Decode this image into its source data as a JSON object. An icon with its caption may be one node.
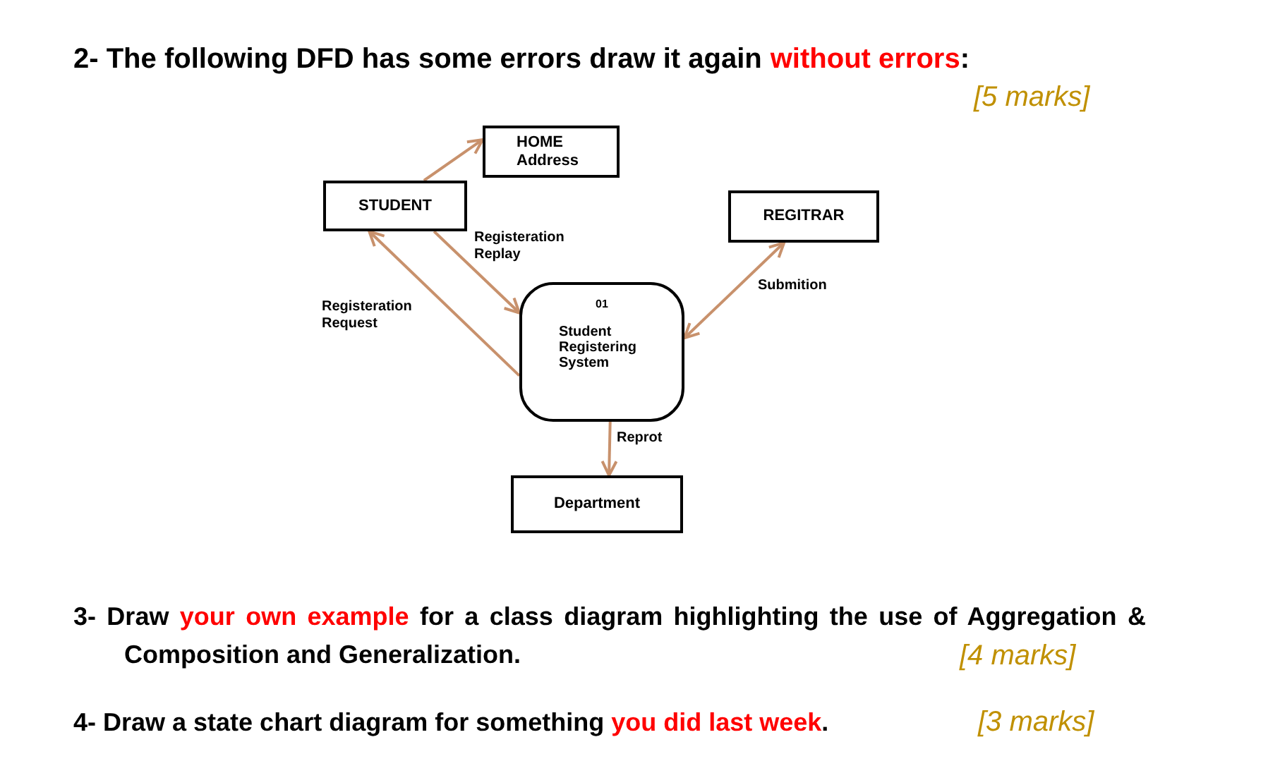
{
  "diagram": {
    "nodes": [
      {
        "text": [
          "STUDENT"
        ]
      },
      {
        "text": [
          "HOME Address"
        ]
      },
      {
        "text": [
          "REGITRAR"
        ]
      },
      {
        "text": [
          "01",
          "Student Registering System"
        ]
      },
      {
        "text": [
          "Department"
        ]
      }
    ],
    "edges": [
      {
        "from": 0,
        "to": 1,
        "arrow": "to"
      },
      {
        "from": 0,
        "to": 3,
        "arrow": "to",
        "label": "Registeration Replay"
      },
      {
        "from": 3,
        "to": 0,
        "arrow": "to",
        "label": "Registeration Request"
      },
      {
        "from": 2,
        "to": 3,
        "arrow": "both",
        "label": "Submition"
      },
      {
        "from": 3,
        "to": 4,
        "arrow": "to",
        "label": "Reprot"
      }
    ],
    "labels": [
      "2- The following DFD has some errors draw it again",
      "without errors",
      ":",
      "[5 marks]",
      "3- Draw",
      "your own example",
      "for a class diagram highlighting the use of Aggregation & Composition and Generalization.",
      "[4 marks]",
      "4- Draw a state chart diagram for something",
      "you did last week",
      ".",
      "[3 marks]"
    ]
  }
}
